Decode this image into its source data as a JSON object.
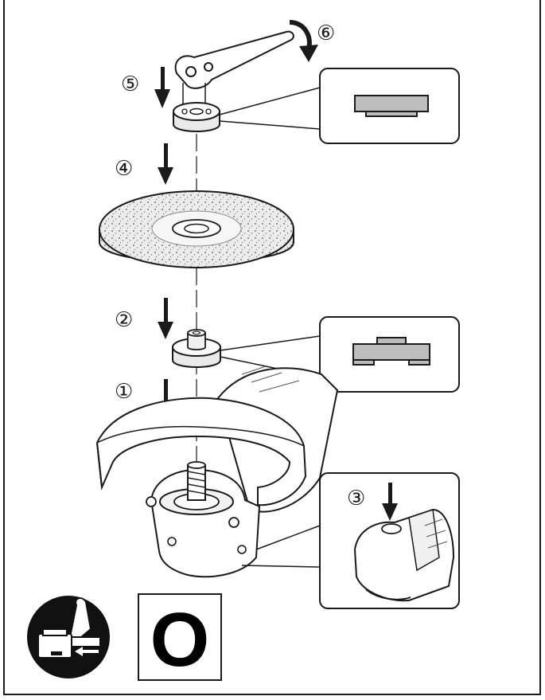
{
  "steps": {
    "s1": "①",
    "s2": "②",
    "s3": "③",
    "s4": "④",
    "s5": "⑤",
    "s6": "⑥"
  },
  "mode_symbol": "O",
  "icons": {
    "battery": "battery-removal-icon"
  },
  "colors": {
    "line": "#1a1a1a",
    "fill_light": "#f2f2f2",
    "fill_grey": "#bdbdbd",
    "icon_circle": "#111111"
  }
}
